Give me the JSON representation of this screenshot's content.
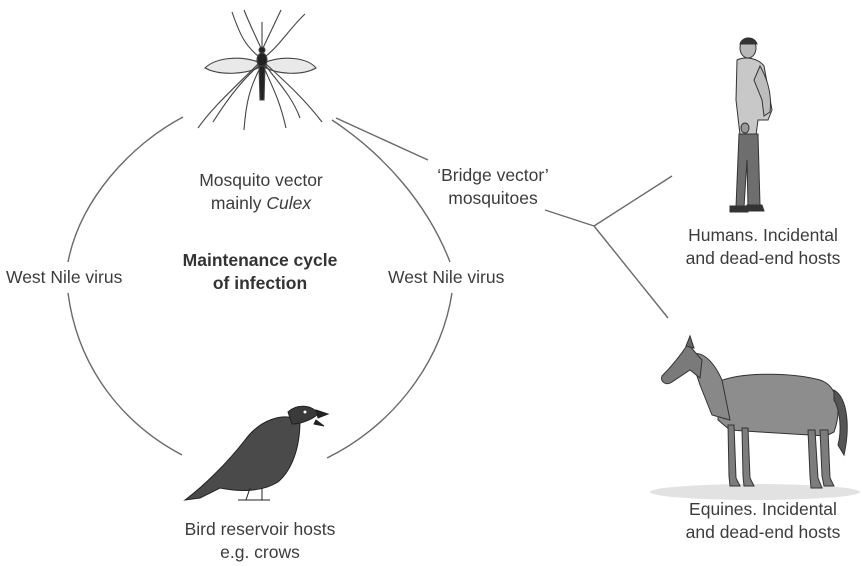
{
  "diagram": {
    "mosquito_label": {
      "line1": "Mosquito vector",
      "line2_prefix": "mainly ",
      "line2_italic": "Culex"
    },
    "center_label": {
      "line1": "Maintenance cycle",
      "line2": "of infection"
    },
    "virus_left": "West Nile virus",
    "virus_right": "West Nile virus",
    "bridge_label": {
      "line1": "‘Bridge vector’",
      "line2": "mosquitoes"
    },
    "humans_label": {
      "line1": "Humans. Incidental",
      "line2": "and dead-end hosts"
    },
    "equines_label": {
      "line1": "Equines. Incidental",
      "line2": "and dead-end hosts"
    },
    "bird_label": {
      "line1": "Bird reservoir hosts",
      "line2": "e.g. crows"
    }
  },
  "icons": {
    "mosquito": "mosquito-illustration",
    "human": "human-figure-illustration",
    "horse": "horse-illustration",
    "crow": "crow-illustration"
  },
  "colors": {
    "line": "#6a6a6a",
    "text": "#3c3c3c",
    "illustration": "#444444"
  }
}
